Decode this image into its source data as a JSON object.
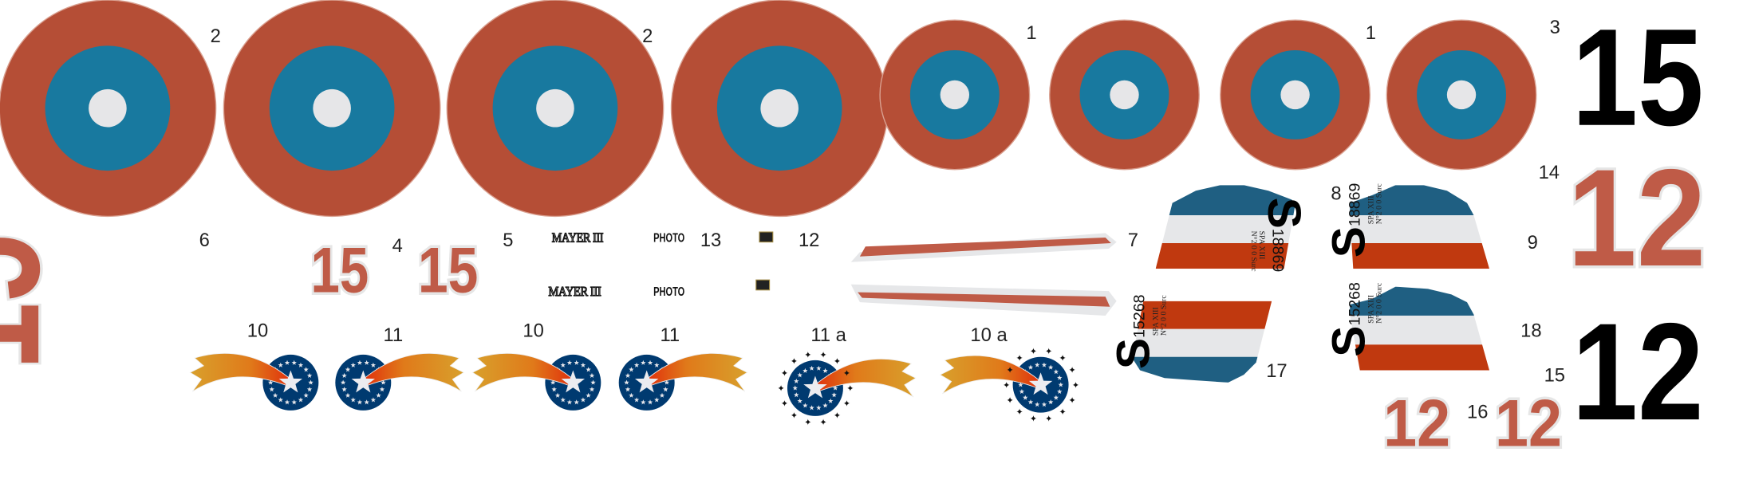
{
  "colors": {
    "roundel_red": "#b54e36",
    "roundel_blue": "#18799f",
    "roundel_white": "#e6e6e8",
    "numeral_red": "#bf5b47",
    "flag_blue": "#1f5f82",
    "flag_white": "#e6e7e9",
    "flag_red": "#c0390f",
    "emblem_blue": "#003a70",
    "comet_orange": "#d8962a",
    "comet_red": "#e03a10"
  },
  "labels": {
    "roundel_large_a": "2",
    "roundel_large_b": "2",
    "roundel_small_a": "1",
    "roundel_small_b": "1",
    "black_15": "3",
    "red_12_large": "14",
    "black_12": "15",
    "red_12_small": "16",
    "red_15_rotated": "6",
    "red_15_small": "4",
    "mayer": "5",
    "photo_plate": "13",
    "plate": "12",
    "stripes": "7",
    "flag_8": "8",
    "flag_9": "9",
    "flag_17": "17",
    "flag_18": "18",
    "emblem_1": "10",
    "emblem_2": "11",
    "emblem_3": "10",
    "emblem_4": "11",
    "emblem_5": "11 a",
    "emblem_6": "10 a"
  },
  "numerals": {
    "black_15": "15",
    "red_12": "12",
    "black_12": "12",
    "red_15": "15",
    "small_red_12": "12",
    "small_red_15": "15"
  },
  "texts": {
    "mayer": "MAYER III",
    "photo": "PHOTO"
  },
  "flags": {
    "letter": "S",
    "serial_a": "18869",
    "serial_b": "15268",
    "type": "SPA XIII",
    "engine": "N°2 0 0 Surc"
  }
}
